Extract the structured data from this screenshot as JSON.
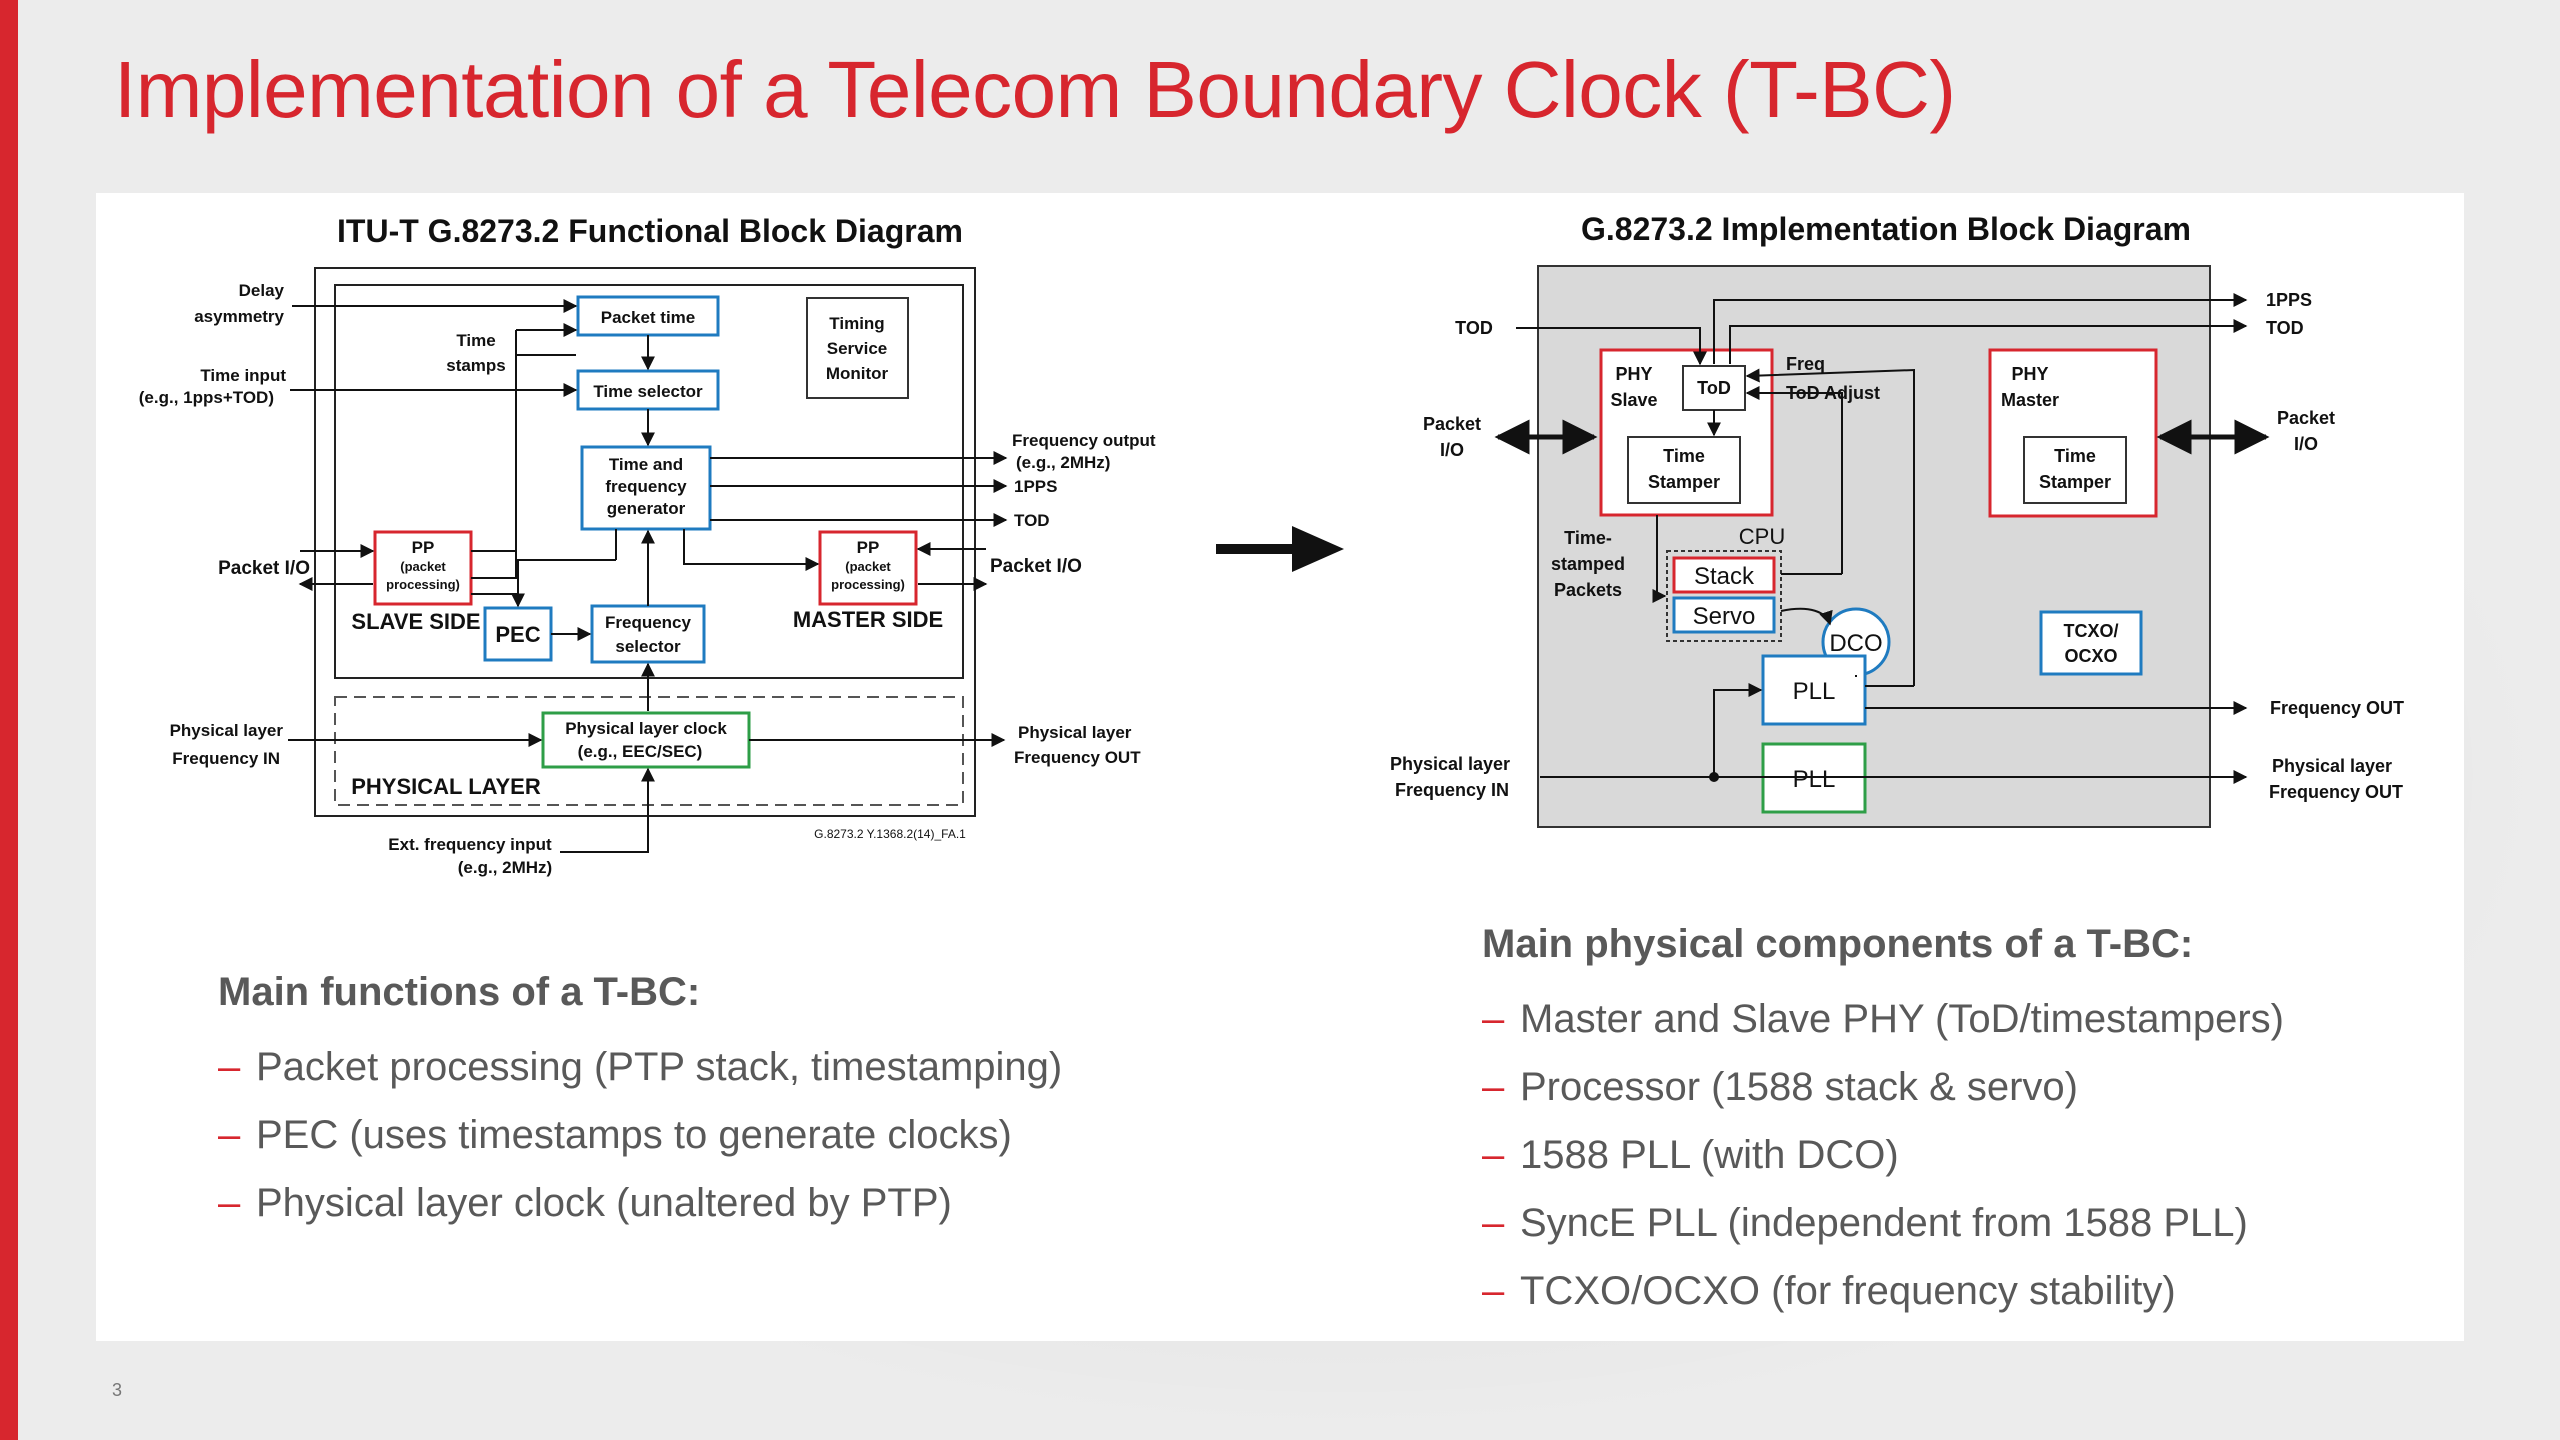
{
  "slide": {
    "title": "Implementation of a Telecom Boundary Clock (T-BC)",
    "page_number": "3",
    "colors": {
      "accent": "#d7262e",
      "blue_block": "#1f7bc0",
      "red_block": "#d7262e",
      "green_block": "#2e9e47",
      "text": "#595959"
    }
  },
  "left_diagram": {
    "title": "ITU-T G.8273.2 Functional Block Diagram",
    "inputs": {
      "delay_asym_1": "Delay",
      "delay_asym_2": "asymmetry",
      "time_input_1": "Time input",
      "time_input_2": "(e.g., 1pps+TOD)",
      "packet_io_left": "Packet I/O",
      "phy_freq_in_1": "Physical layer",
      "phy_freq_in_2": "Frequency IN",
      "ext_freq_1": "Ext. frequency input",
      "ext_freq_2": "(e.g., 2MHz)"
    },
    "outputs": {
      "freq_out_1": "Frequency output",
      "freq_out_2": "(e.g., 2MHz)",
      "pps": "1PPS",
      "tod": "TOD",
      "packet_io_right": "Packet I/O",
      "phy_freq_out_1": "Physical layer",
      "phy_freq_out_2": "Frequency OUT"
    },
    "blocks": {
      "packet_time": "Packet time",
      "time_stamps_1": "Time",
      "time_stamps_2": "stamps",
      "time_selector": "Time selector",
      "tsm_1": "Timing",
      "tsm_2": "Service",
      "tsm_3": "Monitor",
      "tfg_1": "Time and",
      "tfg_2": "frequency",
      "tfg_3": "generator",
      "pp_left_1": "PP",
      "pp_left_2": "(packet",
      "pp_left_3": "processing)",
      "pp_right_1": "PP",
      "pp_right_2": "(packet",
      "pp_right_3": "processing)",
      "slave_side": "SLAVE SIDE",
      "master_side": "MASTER SIDE",
      "pec": "PEC",
      "freq_sel_1": "Frequency",
      "freq_sel_2": "selector",
      "plc_1": "Physical layer clock",
      "plc_2": "(e.g., EEC/SEC)",
      "physical_layer": "PHYSICAL LAYER"
    },
    "figure_ref": "G.8273.2 Y.1368.2(14)_FA.1"
  },
  "right_diagram": {
    "title": "G.8273.2 Implementation Block Diagram",
    "labels": {
      "tod_in": "TOD",
      "packet_io_left_1": "Packet",
      "packet_io_left_2": "I/O",
      "phy_slave_1": "PHY",
      "phy_slave_2": "Slave",
      "tod_block": "ToD",
      "ts_slave_1": "Time",
      "ts_slave_2": "Stamper",
      "freq": "Freq",
      "tod_adjust": "ToD Adjust",
      "phy_master_1": "PHY",
      "phy_master_2": "Master",
      "ts_master_1": "Time",
      "ts_master_2": "Stamper",
      "pps_out": "1PPS",
      "tod_out": "TOD",
      "packet_io_right_1": "Packet",
      "packet_io_right_2": "I/O",
      "tsp_1": "Time-",
      "tsp_2": "stamped",
      "tsp_3": "Packets",
      "cpu": "CPU",
      "stack": "Stack",
      "servo": "Servo",
      "dco": "DCO",
      "tcxo_1": "TCXO/",
      "tcxo_2": "OCXO",
      "pll_1": "PLL",
      "pll_2": "PLL",
      "freq_out": "Frequency OUT",
      "phy_freq_in_1": "Physical layer",
      "phy_freq_in_2": "Frequency IN",
      "phy_freq_out_1": "Physical layer",
      "phy_freq_out_2": "Frequency OUT"
    }
  },
  "left_bullets": {
    "heading": "Main functions of a T-BC:",
    "dash": "–",
    "items": [
      "Packet processing (PTP stack, timestamping)",
      "PEC (uses timestamps to generate clocks)",
      "Physical layer clock (unaltered by PTP)"
    ]
  },
  "right_bullets": {
    "heading": "Main physical components of a T-BC:",
    "dash": "–",
    "items": [
      "Master and Slave PHY (ToD/timestampers)",
      "Processor (1588 stack & servo)",
      "1588 PLL (with DCO)",
      "SyncE PLL (independent from 1588 PLL)",
      "TCXO/OCXO (for frequency stability)"
    ]
  }
}
